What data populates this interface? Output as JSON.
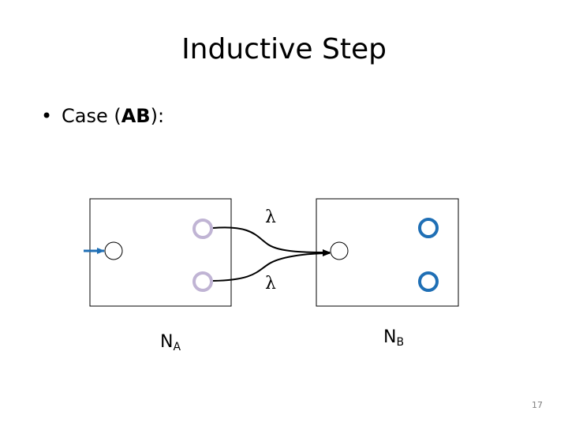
{
  "slide": {
    "title": "Inductive Step",
    "bullet": {
      "prefix": "Case (",
      "bold": "AB",
      "suffix": "):"
    },
    "page_number": "17"
  },
  "diagram": {
    "automaton_a": {
      "name": "N",
      "subscript": "A"
    },
    "automaton_b": {
      "name": "N",
      "subscript": "B"
    },
    "edge_labels": [
      "λ",
      "λ"
    ],
    "colors": {
      "a_final_states": "#c0b4d4",
      "b_final_states": "#1f6fb5",
      "start_arrow": "#1f6fb5",
      "outline": "#000000"
    }
  }
}
